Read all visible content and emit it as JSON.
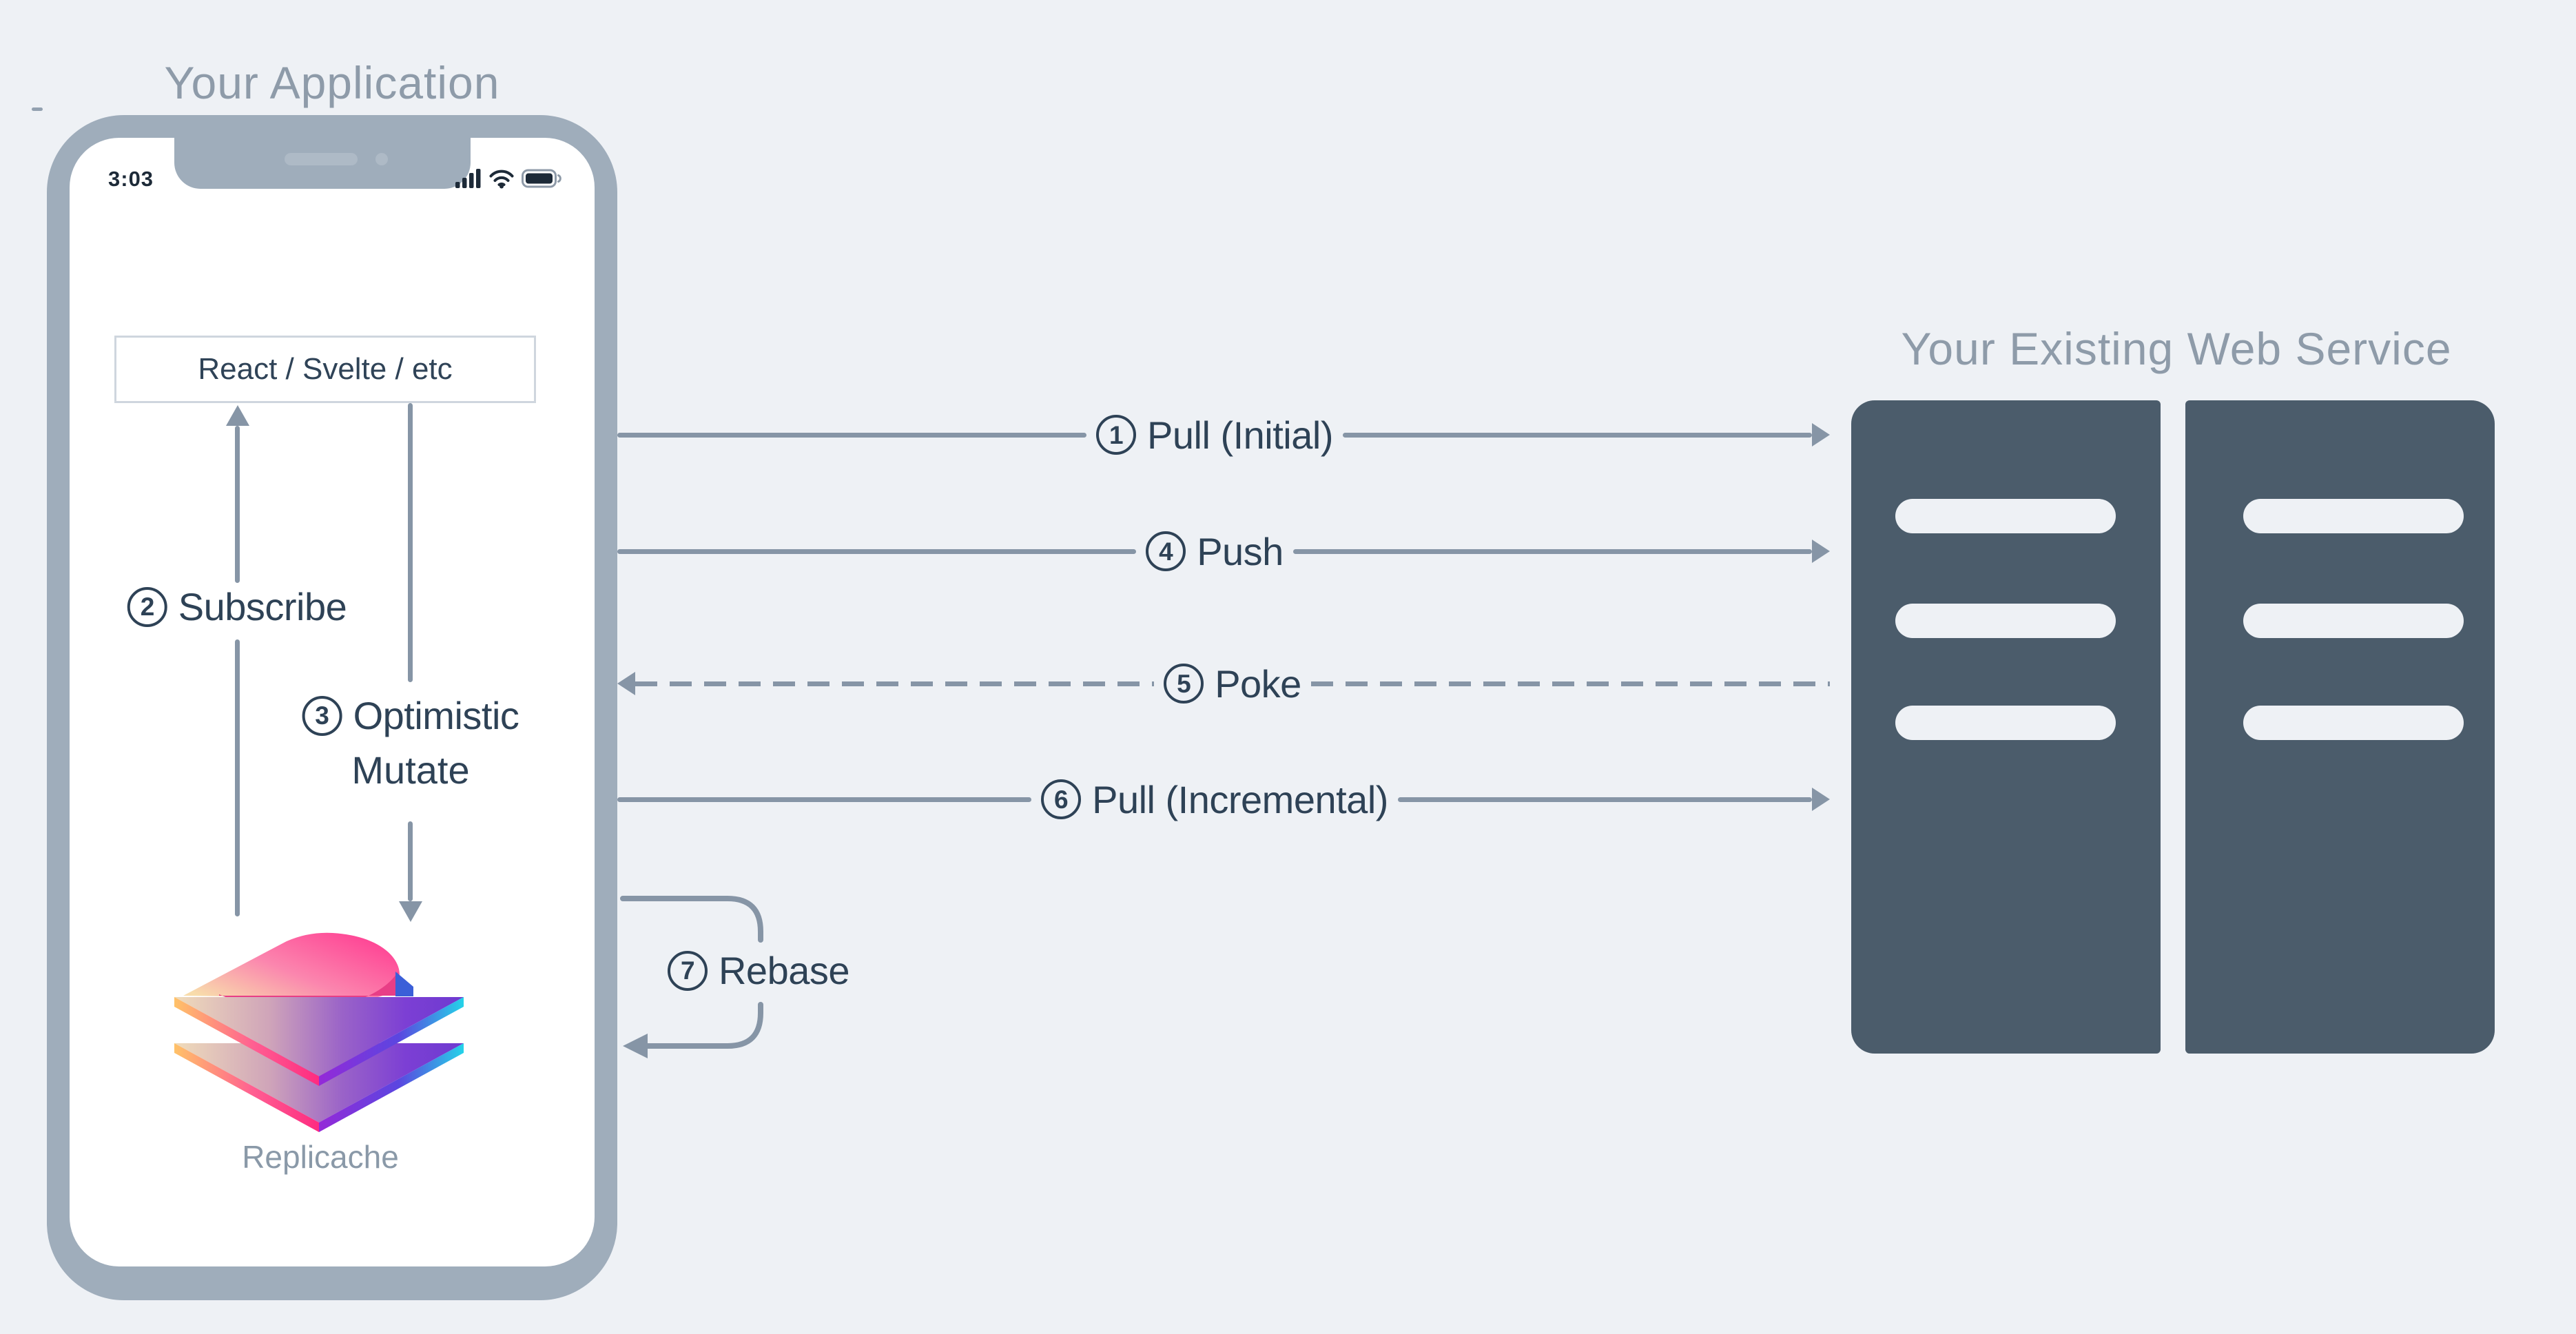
{
  "titles": {
    "application": "Your Application",
    "web_service": "Your Existing Web Service"
  },
  "phone": {
    "status_time": "3:03",
    "status_icons": [
      "signal-icon",
      "wifi-icon",
      "battery-icon"
    ],
    "framework_box": "React / Svelte / etc",
    "logo_label": "Replicache"
  },
  "flows": {
    "pull_initial": {
      "num": "1",
      "label": "Pull (Initial)",
      "direction": "right",
      "line": "solid"
    },
    "subscribe": {
      "num": "2",
      "label": "Subscribe",
      "direction": "up",
      "line": "solid"
    },
    "optimistic_mutate": {
      "num": "3",
      "label_line1": "Optimistic",
      "label_line2": "Mutate",
      "direction": "down",
      "line": "solid"
    },
    "push": {
      "num": "4",
      "label": "Push",
      "direction": "right",
      "line": "solid"
    },
    "poke": {
      "num": "5",
      "label": "Poke",
      "direction": "left",
      "line": "dashed"
    },
    "pull_incremental": {
      "num": "6",
      "label": "Pull (Incremental)",
      "direction": "right",
      "line": "solid"
    },
    "rebase": {
      "num": "7",
      "label": "Rebase",
      "direction": "loop",
      "line": "solid"
    }
  },
  "server": {
    "tower_count": 2,
    "slots_per_tower": 3
  },
  "colors": {
    "background": "#eef1f5",
    "phone_bezel": "#9fadbb",
    "screen": "#ffffff",
    "arrow": "#8695a6",
    "label_text": "#2e4256",
    "muted_title": "#8e9ba9",
    "server_body": "#4b5c6b",
    "slot": "#eef1f5",
    "status_text": "#1d2a38",
    "logo_gradient": [
      "#f6d5a0",
      "#ff3d92",
      "#7c3fd4",
      "#24d3e8"
    ]
  }
}
